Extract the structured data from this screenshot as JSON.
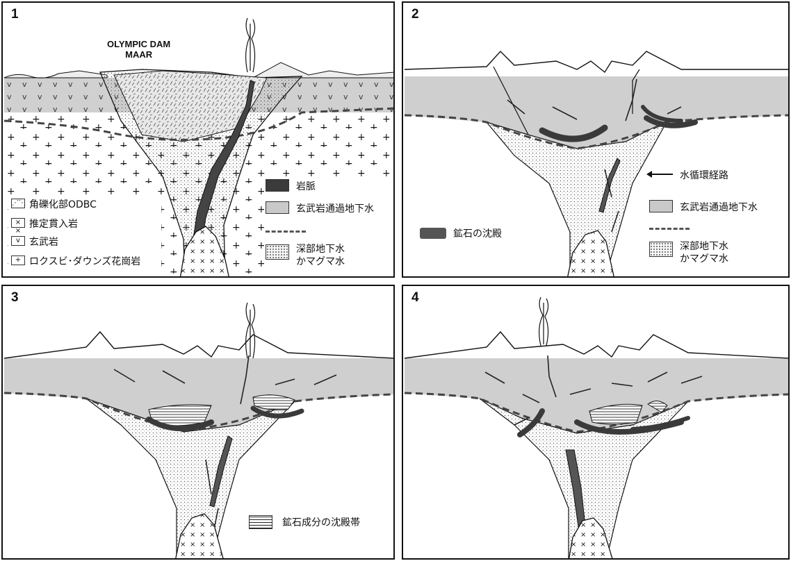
{
  "panels": [
    {
      "number": "1"
    },
    {
      "number": "2"
    },
    {
      "number": "3"
    },
    {
      "number": "4"
    }
  ],
  "panel1": {
    "title_line1": "OLYMPIC DAM",
    "title_line2": "MAAR",
    "legend": {
      "breccia": "角礫化部ODBC",
      "intrusion": "推定貫入岩",
      "basalt": "玄武岩",
      "granite": "ロクスビ･ダウンズ花崗岩",
      "dyke": "岩脈",
      "basalt_groundwater": "玄武岩通過地下水",
      "deep_water_1": "深部地下水",
      "deep_water_2": "かマグマ水"
    },
    "symbols": {
      "breccia": "⋰⋱",
      "intrusion": "× ×",
      "basalt": "v",
      "granite": "+"
    }
  },
  "panel2": {
    "legend": {
      "circulation": "水循環経路",
      "basalt_groundwater": "玄武岩通過地下水",
      "ore_precipitation": "鉱石の沈殿",
      "deep_water_1": "深部地下水",
      "deep_water_2": "かマグマ水"
    }
  },
  "panel3": {
    "legend": {
      "ore_zone": "鉱石成分の沈殿帯"
    }
  },
  "colors": {
    "basalt_fill": "#cfcfcf",
    "ore": "#3a3a3a",
    "line": "#111111",
    "deep_dots": "#555555"
  }
}
